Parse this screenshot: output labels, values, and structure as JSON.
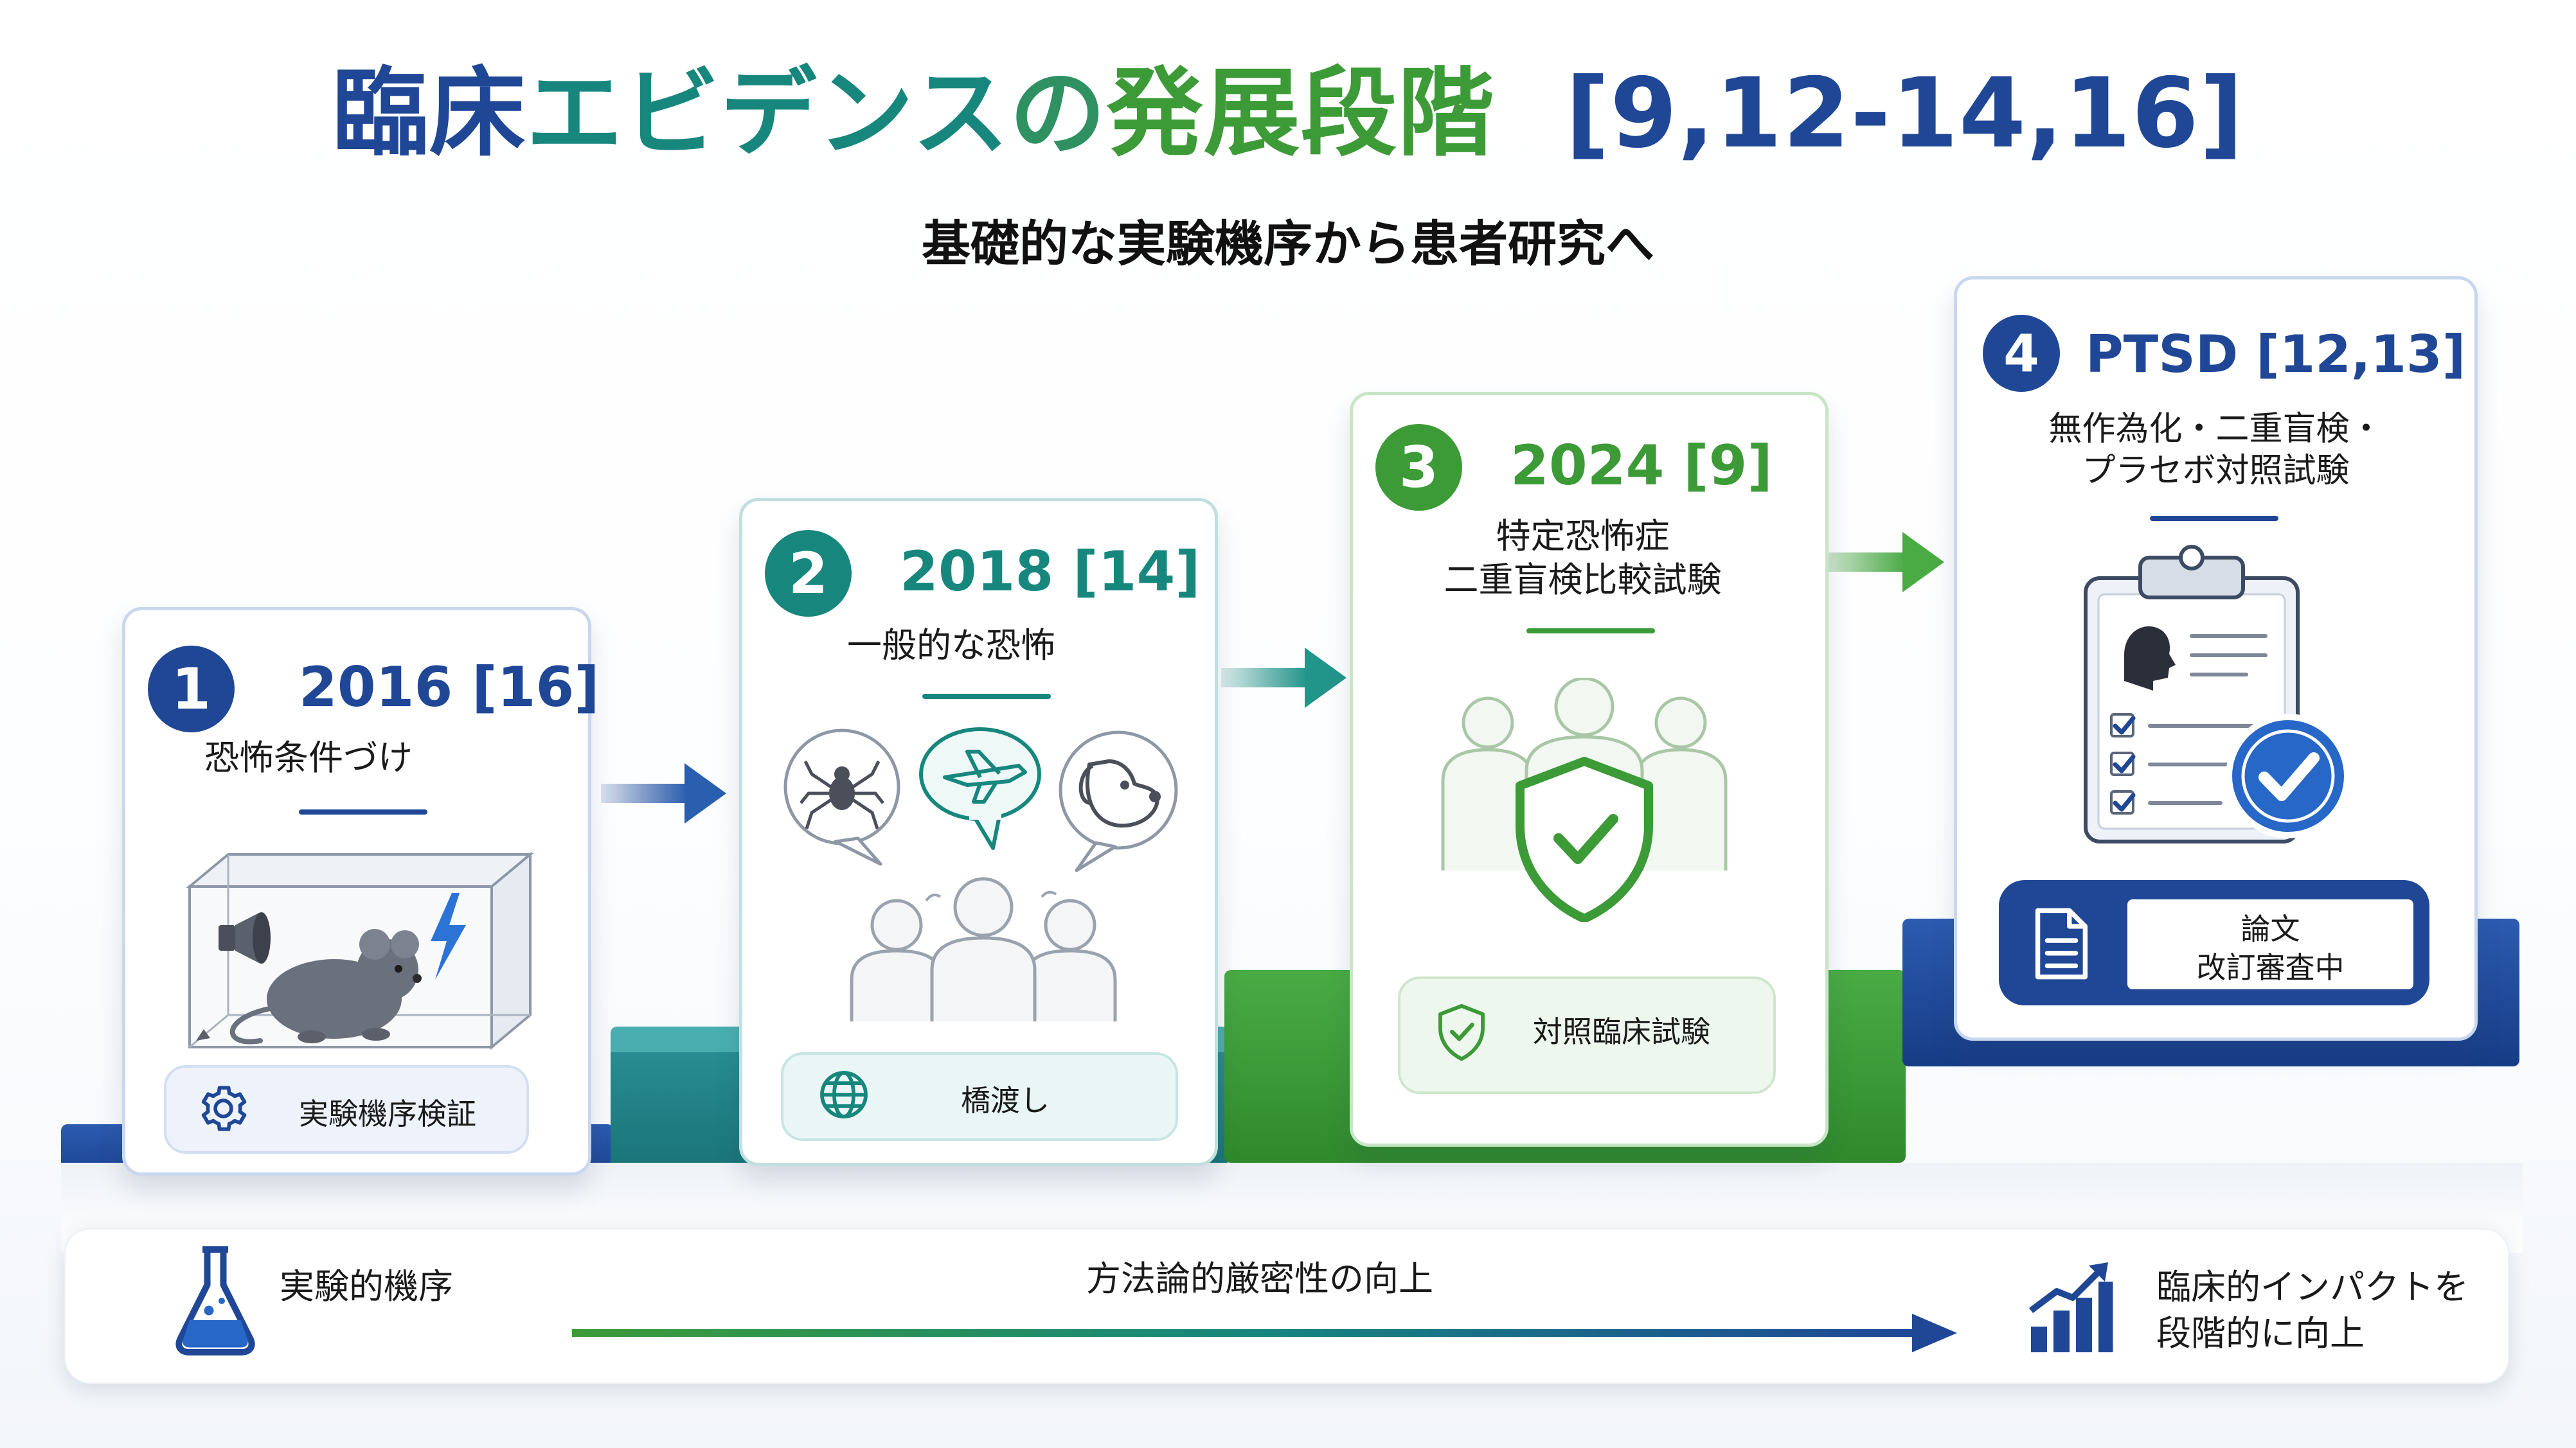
{
  "header": {
    "title_a": "臨床",
    "title_b": "エビデンス",
    "title_c": "の",
    "title_d": "発展段階",
    "title_refs": "[9,12-14,16]",
    "subtitle": "基礎的な実験機序から患者研究へ"
  },
  "colors": {
    "navy": "#1f4796",
    "teal": "#17877e",
    "green": "#3c9a37",
    "step1": "#1f4796",
    "step2": "#1f8080",
    "step3": "#3c9a37",
    "step4": "#1f4796"
  },
  "stages": [
    {
      "number": "1",
      "heading": "2016 [16]",
      "description": "恐怖条件づけ",
      "illustration": "mouse-chamber-icon",
      "pill_icon": "gear-icon",
      "pill_label": "実験機序検証"
    },
    {
      "number": "2",
      "heading": "2018 [14]",
      "description": "一般的な恐怖",
      "illustration": "fears-group-icon",
      "pill_icon": "globe-icon",
      "pill_label": "橋渡し"
    },
    {
      "number": "3",
      "heading": "2024 [9]",
      "description_line1": "特定恐怖症",
      "description_line2": "二重盲検比較試験",
      "illustration": "shield-group-icon",
      "pill_icon": "shield-check-icon",
      "pill_label": "対照臨床試験"
    },
    {
      "number": "4",
      "heading": "PTSD [12,13]",
      "description_line1": "無作為化・二重盲検・",
      "description_line2": "プラセボ対照試験",
      "illustration": "clipboard-check-icon",
      "pill_icon": "document-icon",
      "pill_label_line1": "論文",
      "pill_label_line2": "改訂審査中"
    }
  ],
  "bottom_bar": {
    "left_icon": "flask-icon",
    "left_label": "実験的機序",
    "center_label": "方法論的厳密性の向上",
    "right_icon": "bar-chart-up-icon",
    "right_label_line1": "臨床的インパクトを",
    "right_label_line2": "段階的に向上"
  }
}
